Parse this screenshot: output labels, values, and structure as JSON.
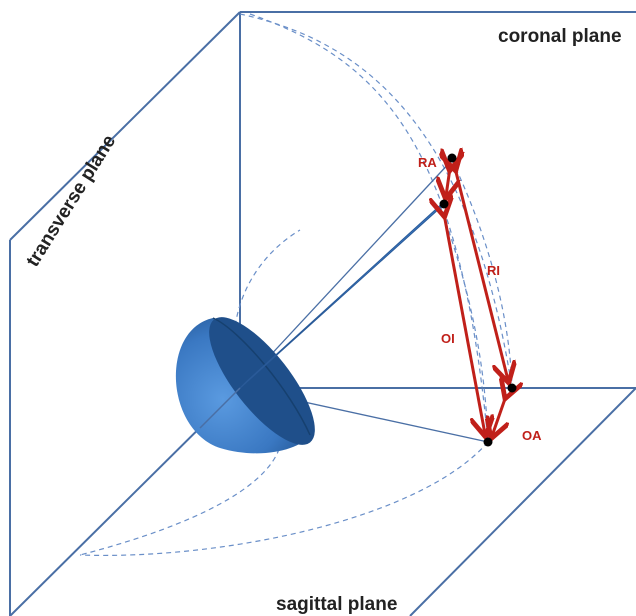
{
  "planes": {
    "coronal": "coronal plane",
    "transverse": "transverse plane",
    "sagittal": "sagittal plane"
  },
  "points": {
    "ra": "RA",
    "ri": "RI",
    "oi": "OI",
    "oa": "OA"
  },
  "colors": {
    "plane_line": "#4a6fa5",
    "dashed_arc": "#6a8fc8",
    "cup": "#3a78c2",
    "cup_dark": "#1f4f8a",
    "arrow": "#c0201a",
    "point": "#000000",
    "label": "#222222"
  }
}
